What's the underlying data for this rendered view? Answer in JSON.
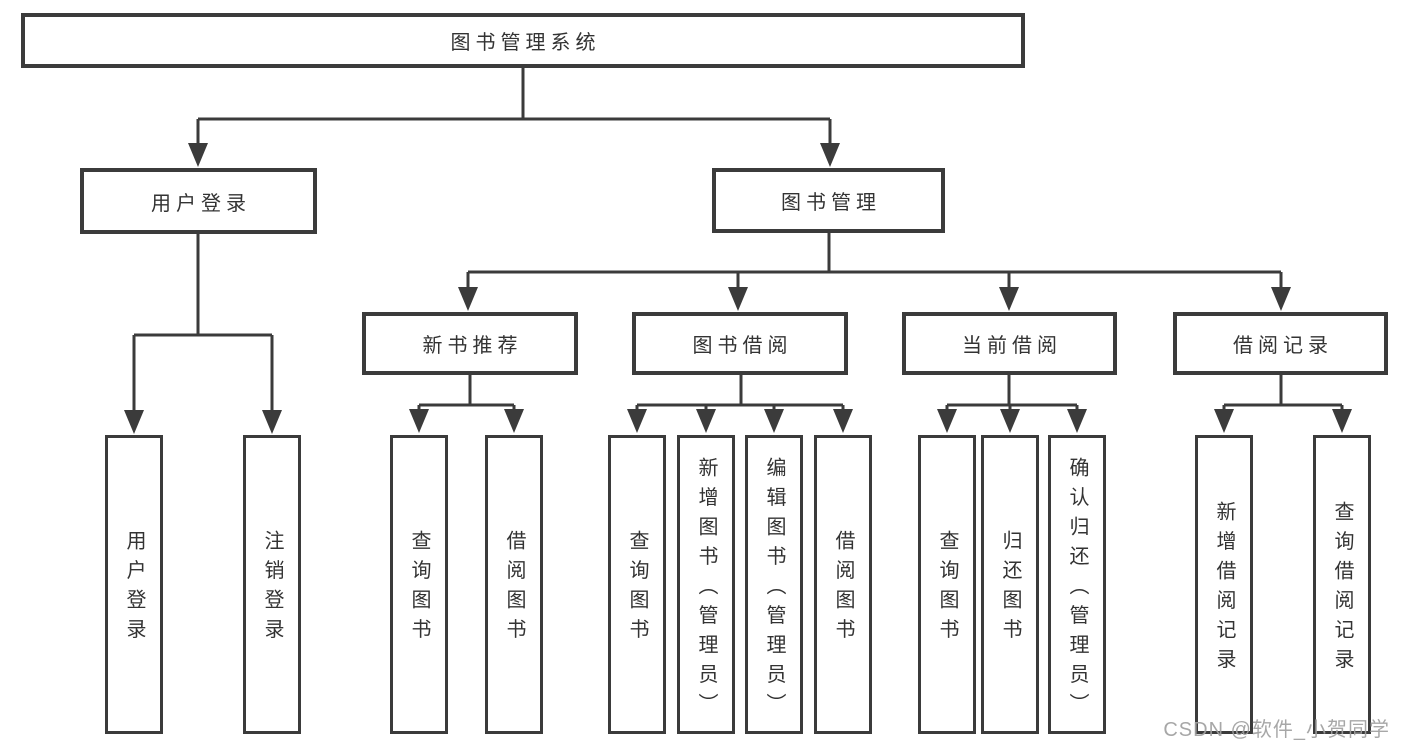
{
  "nodes": {
    "root": "图书管理系统",
    "user": {
      "label": "用户登录",
      "children": [
        "用户登录",
        "注销登录"
      ]
    },
    "mgmt": {
      "label": "图书管理",
      "children": [
        {
          "label": "新书推荐",
          "children": [
            "查询图书",
            "借阅图书"
          ]
        },
        {
          "label": "图书借阅",
          "children": [
            "查询图书",
            "新增图书（管理员）",
            "编辑图书（管理员）",
            "借阅图书"
          ]
        },
        {
          "label": "当前借阅",
          "children": [
            "查询图书",
            "归还图书",
            "确认归还（管理员）"
          ]
        },
        {
          "label": "借阅记录",
          "children": [
            "新增借阅记录",
            "查询借阅记录"
          ]
        }
      ]
    }
  },
  "watermark": {
    "text": "CSDN @软件_小贺同学"
  },
  "colors": {
    "line": "#3b3b3b",
    "box_border": "#3b3b3b",
    "box_fill": "#ffffff",
    "text": "#333333",
    "watermark_text": "#a0a0a0",
    "background": "#ffffff"
  }
}
